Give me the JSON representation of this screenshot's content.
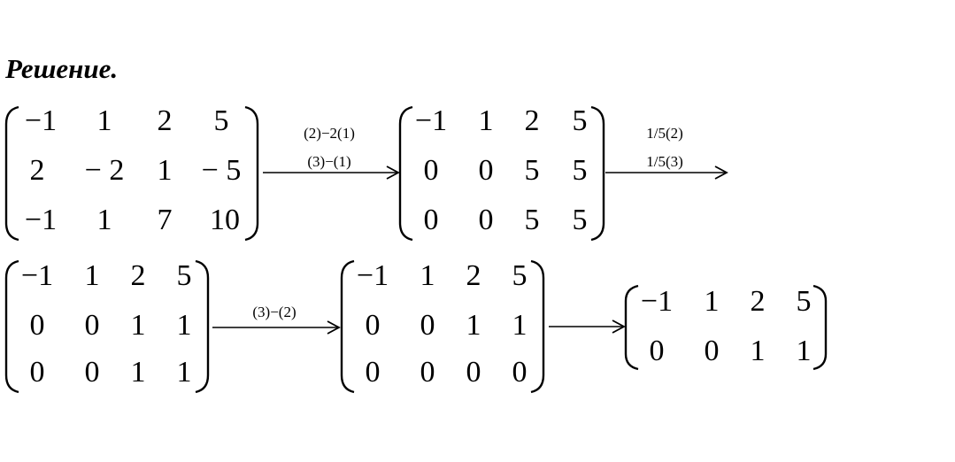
{
  "heading": "Решение.",
  "matrices": [
    {
      "rows": [
        [
          "−1",
          "1",
          "2",
          "5"
        ],
        [
          "2",
          "− 2",
          "1",
          "− 5"
        ],
        [
          "−1",
          "1",
          "7",
          "10"
        ]
      ]
    },
    {
      "rows": [
        [
          "−1",
          "1",
          "2",
          "5"
        ],
        [
          "0",
          "0",
          "5",
          "5"
        ],
        [
          "0",
          "0",
          "5",
          "5"
        ]
      ]
    },
    {
      "rows": [
        [
          "−1",
          "1",
          "2",
          "5"
        ],
        [
          "0",
          "0",
          "1",
          "1"
        ],
        [
          "0",
          "0",
          "1",
          "1"
        ]
      ]
    },
    {
      "rows": [
        [
          "−1",
          "1",
          "2",
          "5"
        ],
        [
          "0",
          "0",
          "1",
          "1"
        ],
        [
          "0",
          "0",
          "0",
          "0"
        ]
      ]
    },
    {
      "rows": [
        [
          "−1",
          "1",
          "2",
          "5"
        ],
        [
          "0",
          "0",
          "1",
          "1"
        ]
      ]
    }
  ],
  "arrows": [
    {
      "labels": [
        "(2)−2(1)",
        "(3)−(1)"
      ]
    },
    {
      "labels": [
        "1/5(2)",
        "1/5(3)"
      ]
    },
    {
      "labels": [
        "(3)−(2)"
      ]
    },
    {
      "labels": []
    }
  ]
}
